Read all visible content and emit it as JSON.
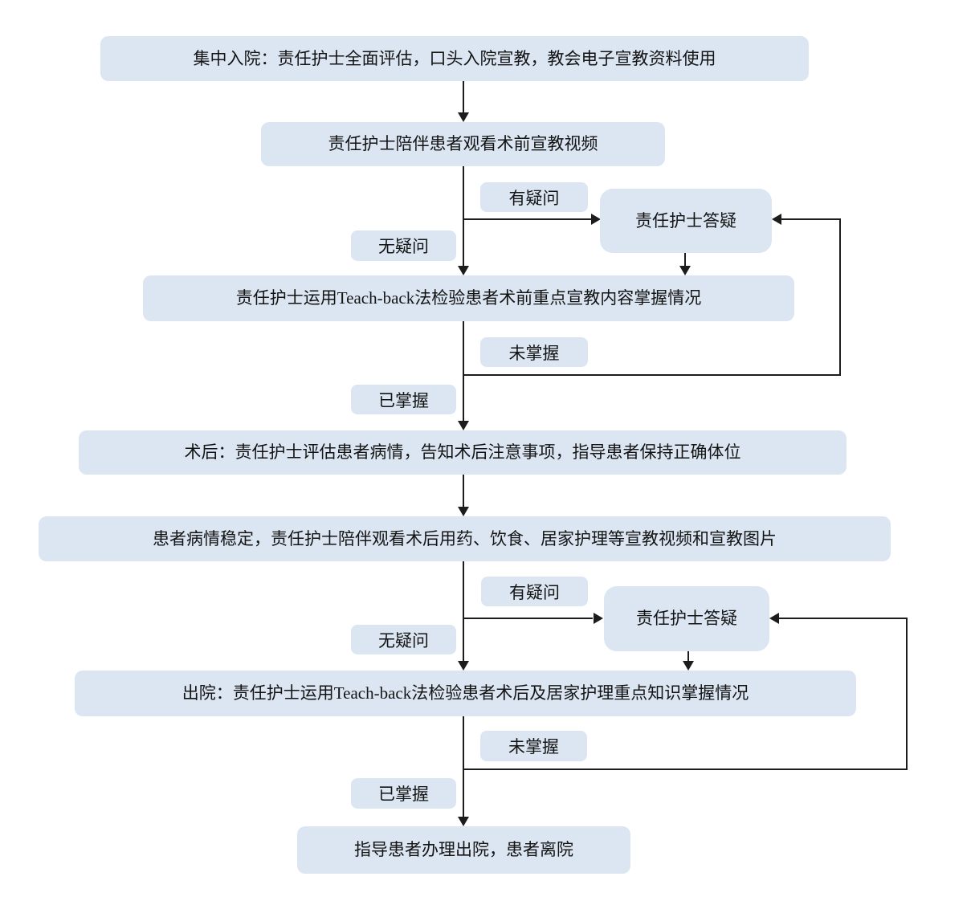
{
  "flowchart": {
    "title": "Teach-back patient education workflow",
    "colors": {
      "node_fill": "#dbe6f2",
      "line": "#1c1c1c",
      "text": "#141414",
      "background": "#ffffff"
    },
    "nodes": [
      {
        "id": "admission",
        "text": "集中入院：责任护士全面评估，口头入院宣教，教会电子宣教资料使用"
      },
      {
        "id": "pre-video",
        "text": "责任护士陪伴患者观看术前宣教视频"
      },
      {
        "id": "answer-1",
        "text": "责任护士答疑"
      },
      {
        "id": "teachback-pre",
        "text": "责任护士运用Teach-back法检验患者术前重点宣教内容掌握情况"
      },
      {
        "id": "postop",
        "text": "术后：责任护士评估患者病情，告知术后注意事项，指导患者保持正确体位"
      },
      {
        "id": "post-video",
        "text": "患者病情稳定，责任护士陪伴观看术后用药、饮食、居家护理等宣教视频和宣教图片"
      },
      {
        "id": "answer-2",
        "text": "责任护士答疑"
      },
      {
        "id": "discharge-check",
        "text": "出院：责任护士运用Teach-back法检验患者术后及居家护理重点知识掌握情况"
      },
      {
        "id": "leave",
        "text": "指导患者办理出院，患者离院"
      }
    ],
    "labels": [
      {
        "id": "has-question-1",
        "text": "有疑问"
      },
      {
        "id": "no-question-1",
        "text": "无疑问"
      },
      {
        "id": "not-mastered-1",
        "text": "未掌握"
      },
      {
        "id": "mastered-1",
        "text": "已掌握"
      },
      {
        "id": "has-question-2",
        "text": "有疑问"
      },
      {
        "id": "no-question-2",
        "text": "无疑问"
      },
      {
        "id": "not-mastered-2",
        "text": "未掌握"
      },
      {
        "id": "mastered-2",
        "text": "已掌握"
      }
    ]
  }
}
